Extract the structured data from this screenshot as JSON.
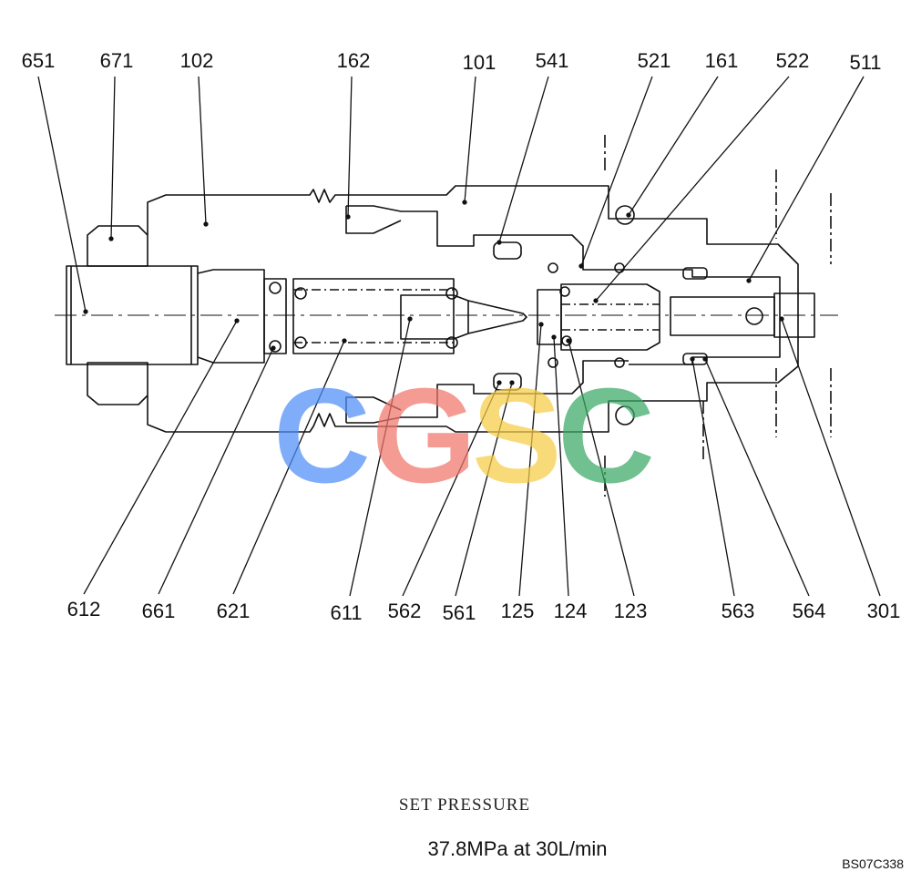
{
  "part_labels": [
    {
      "text": "651"
    },
    {
      "text": "671"
    },
    {
      "text": "102"
    },
    {
      "text": "162"
    },
    {
      "text": "101"
    },
    {
      "text": "541"
    },
    {
      "text": "521"
    },
    {
      "text": "161"
    },
    {
      "text": "522"
    },
    {
      "text": "511"
    },
    {
      "text": "612"
    },
    {
      "text": "661"
    },
    {
      "text": "621"
    },
    {
      "text": "611"
    },
    {
      "text": "562"
    },
    {
      "text": "561"
    },
    {
      "text": "125"
    },
    {
      "text": "124"
    },
    {
      "text": "123"
    },
    {
      "text": "563"
    },
    {
      "text": "564"
    },
    {
      "text": "301"
    }
  ],
  "spec": {
    "title": "SET PRESSURE",
    "value": "37.8MPa  at  30L/min"
  },
  "drawing_code": "BS07C338",
  "watermark": {
    "letters": [
      "C",
      "G",
      "S",
      "C"
    ],
    "colors": [
      "#4f8ef7",
      "#f0766b",
      "#f7cd45",
      "#3aa866"
    ]
  },
  "colors": {
    "line": "#111111"
  }
}
